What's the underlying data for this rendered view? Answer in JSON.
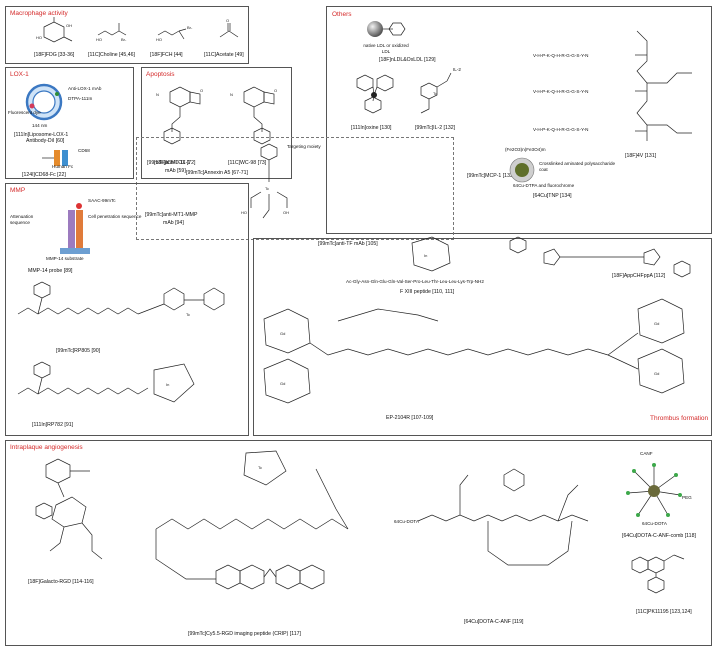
{
  "panels": {
    "macrophage": {
      "title": "Macrophage activity",
      "labels": [
        "[18F]FDG [33-36]",
        "[11C]Choline [45,46]",
        "[18F]FCH [44]",
        "[11C]Acetate [49]"
      ]
    },
    "lox1": {
      "title": "LOX-1",
      "anti_mab": "Anti-LOX-1 mAb",
      "dtpa": "DTPA-111In",
      "dye": "Fluorescent dye",
      "size": "144 nm",
      "liposome": "[111In]Liposome-LOX-1",
      "liposome2": "Antibody-DiI [60]",
      "cd68": "CD68",
      "human_fc": "Human Fc",
      "cd68fc": "[124I]CD68-Fc [22]"
    },
    "apoptosis": {
      "title": "Apoptosis",
      "labels": [
        "[18F]ICMT-11 [72]",
        "[11C]WC-98 [73]"
      ],
      "annexin": "[99mTc]Annexin A5 [67-71]"
    },
    "others": {
      "title": "Others",
      "ldl_note": "native LDL or oxidized LDL",
      "ldl": "[18F]nLDL&OxLDL [129]",
      "oxine": "[111In]oxine [130]",
      "il2": "[99mTc]IL-2 [132]",
      "il2_tag": "IL-2",
      "f4v": "[18F]4V [131]",
      "peptide_seq": "V-H-P-K-Q-H-R-G-G-S-Y-N",
      "mcp1": "[99mTc]MCP-1 [133]",
      "tnp_top": "(Fe2O3)n(Fe3O4)m",
      "tnp_coat": "Crosslinked aminated polysaccharide coat",
      "tnp_dtpa": "64Cu-DTPA and fluorochrome",
      "tnp": "[64Cu]TNP [134]"
    },
    "middle": {
      "antilox": "[99mTc]anti-LOX-1",
      "antilox2": "mAb [59]",
      "targeting": "Targeting moiety",
      "mt1": "[99mTc]anti-MT1-MMP",
      "mt1b": "mAb [94]"
    },
    "mmp": {
      "title": "MMP",
      "saac": "SAAC-99mTc",
      "attenuation": "Attenuation sequence",
      "penetration": "Cell penetration sequence",
      "substrate": "MMP-14 substrate",
      "probe": "MMP-14 probe [89]",
      "rp805": "[99mTc]RP805 [90]",
      "rp782": "[111In]RP782 [91]"
    },
    "thrombus": {
      "title": "Thrombus formation",
      "antitf": "[99mTc]anti-TF mAb [105]",
      "fxiii_seq": "Ac-Gly-Asn-Gln-Glu-Gln-Val-Ser-Pro-Leu-Thr-Leu-Leu-Lys-Trp-NH2",
      "fxiii": "F XIII peptide [110, 111]",
      "appchf": "[18F]AppCHFppA [112]",
      "ep2104r": "EP-2104R [107-109]"
    },
    "angio": {
      "title": "Intraplaque angiogenesis",
      "galacto": "[18F]Galacto-RGD [114-116]",
      "crip": "[99mTc]Cy5.5-RGD imaging peptide (CRIP) [117]",
      "cuanf": "[64Cu]DOTA-C-ANF [119]",
      "cudota": "64Cu-DOTA",
      "comb_canf": "CANF",
      "comb_peg": "PEG",
      "comb_dota": "64Cu-DOTA",
      "comb": "[64Cu]DOTA-C-ANF-comb [118]",
      "pk": "[11C]PK11195 [123,124]"
    }
  }
}
